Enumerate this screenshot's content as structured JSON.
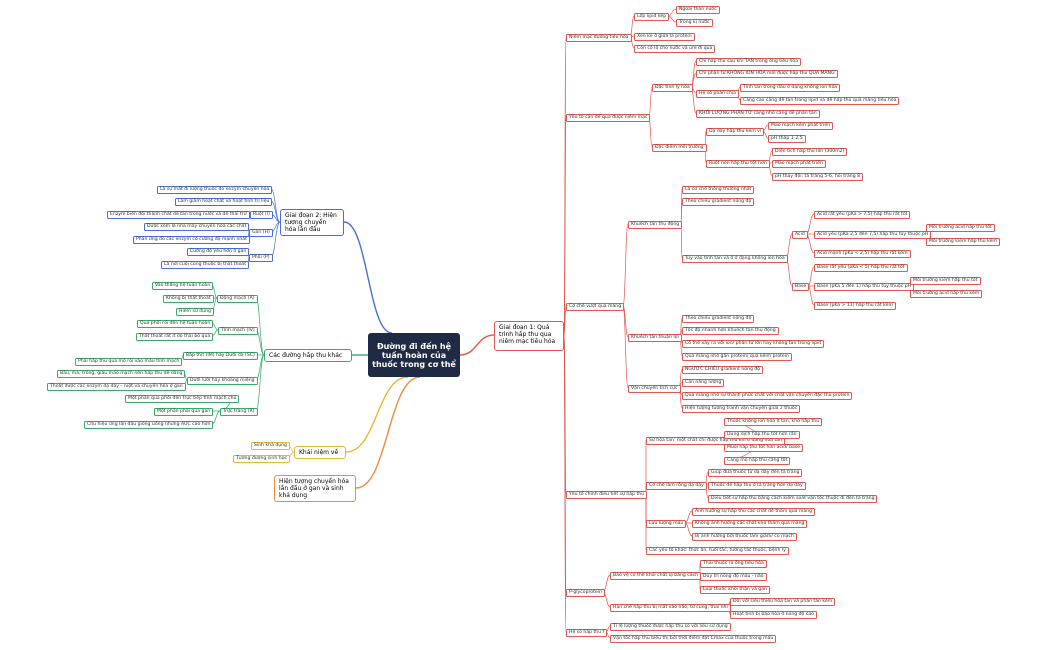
{
  "root": "Đường đi đến hệ tuần hoàn của thuốc trong cơ thể",
  "colors": {
    "right": "#e0584f",
    "blue": "#4a6fd0",
    "green": "#3aaa6a",
    "yellow": "#e6b82e",
    "orange": "#ee8c3a",
    "root": "#1f2a44"
  },
  "right_branch": {
    "label": "Giai đoạn 1: Quá trình hấp thu qua niêm mạc tiêu hóa",
    "g1": {
      "label": "Niêm mạc đường tiêu hóa",
      "items": [
        {
          "label": "Lớp lipid kép",
          "children": [
            "Ngoài thân nước",
            "Trong kị nước"
          ]
        },
        {
          "label": "Xen kẽ ở giữa là protein",
          "children": []
        },
        {
          "label": "Còn có lỗ cho nước và ure đi qua",
          "children": []
        }
      ]
    },
    "g2": {
      "label": "Yếu tố cần để qua được niêm mạc",
      "a_label": "Đặc tính lý hóa",
      "a_items": [
        "Chỉ hấp thu sau khi TAN trong ống tiêu hóa",
        "Chỉ phân tử KHÔNG ION HÓA mới được hấp thu QUA MÀNG"
      ],
      "a_sub_label": "Hệ số phân chia",
      "a_sub_items": [
        "Tính tan trong dầu ở dạng không ion hóa",
        "Càng cao càng dễ tan trong lipid và dễ hấp thu qua màng tiêu hóa"
      ],
      "a_last": "KHỐI LƯỢNG PHÂN TỬ càng nhỏ càng dễ phân tán",
      "b_label": "Đặc điểm môi trường",
      "b1_label": "Dạ dày hấp thu kém vì",
      "b1_items": [
        "Mao mạch kém phát triển",
        "pH thấp 1-2,5"
      ],
      "b2_label": "Ruột non hấp thu tốt hơn",
      "b2_items": [
        "Diện tích hấp thu lớn (300m2)",
        "Mao mạch phát triển",
        "pH thay đổi: tá tràng 5-6, hồi tràng 8"
      ]
    },
    "g3": {
      "label": "Cơ chế vượt qua màng",
      "a_label": "Khuếch tán thụ động",
      "a_items": [
        "Là cơ chế thông thường nhất",
        "Theo chiều gradient nồng độ"
      ],
      "a_sub_label": "Tùy vào tính tan và ở ở dạng không ion hóa",
      "acid_label": "Acid",
      "acid_items": [
        "Acid rất yếu (pKa > 7,5) hấp thu rất tốt",
        "Acid yếu (pKa 2,5 đến 7,5) hấp thu tùy thuộc pH",
        "Acid mạnh (pKa < 2,5) hấp thu rất kém"
      ],
      "acid_env": [
        "Môi trường acid hấp thu tốt",
        "Môi trường kiềm hấp thu kém"
      ],
      "base_label": "Base",
      "base_items": [
        "Base rất yếu (pKa < 5) hấp thu rất tốt",
        "Base (pKa 5 đến 1) hấp thu tùy thuộc pH",
        "Base (pKa > 11) hấp thu rất kém"
      ],
      "base_env": [
        "Môi trường kiềm hấp thu tốt",
        "Môi trường acid hấp thu kém"
      ],
      "b_label": "Khuếch tán thuận lợi",
      "b_items": [
        "Theo chiều gradient nồng độ",
        "Tốc độ nhanh hơn khuếch tán thụ động",
        "Có thể xảy ra với ion/ phân tử lớn hay không tan trong lipid",
        "Qua màng nhờ gắn protein/ qua kênh protein"
      ],
      "c_label": "Vận chuyển tích cực",
      "c_items": [
        "NGƯỢC CHIỀU gradient nồng độ",
        "Cần năng lượng",
        "Qua màng nhờ sự thành phức chất với chất vận chuyển đặc thù protein",
        "Hiện tượng tương tranh vận chuyển giữa 2 thuốc"
      ]
    },
    "g4": {
      "label": "Yếu tố chính điều tiết sự hấp thu",
      "a_label": "Sự hòa tan: một chất chỉ được hấp thu khi ở dạng hòa tan",
      "a_items": [
        "Thuốc không ion hóa ít tan, khó hấp thu",
        "Dung dịch hấp thu tốt hơn rắn",
        "Muối hấp thu tốt hơn acid/ base",
        "Càng mỏ hấp thu càng tốt"
      ],
      "b_label": "Cơ chế làm rỗng dạ dày",
      "b_items": [
        "Giúp đưa thuốc từ dạ dày đến tá tràng",
        "Thuốc dễ hấp thu ở tá tràng hơn dạ dày",
        "Điều tiết sự hấp thu bằng cách kiểm soát vận tốc thuốc đi đến tá tràng"
      ],
      "c_label": "Lưu lượng máu",
      "c_items": [
        "Ảnh hưởng sự hấp thu các chất dễ thấm qua màng",
        "Không ảnh hưởng các chất khó thấm qua màng",
        "Bị ảnh hưởng bởi thuốc làm giảm/ co mạch"
      ],
      "d": "Các yếu tố khác: thức ăn, tuổi tác, tương tác thuốc, bệnh lý"
    },
    "g5": {
      "label": "P-glycoprotein",
      "a_label": "Bảo vệ cơ thể khỏi chất lạ bằng cách",
      "a_items": [
        "Thải thuốc ra ống tiêu hóa",
        "Duy trì nồng độ máu - não",
        "Loại thuốc khỏi thận và gan"
      ],
      "b_label": "Hạn chế hấp thu bị mất vào não, tử cung, thai nhi",
      "b_items": [
        "Đối với siêu thiếu hòa tan và phân tán kém",
        "Hoạt tính bị bão hòa ở nồng độ cao"
      ]
    },
    "g6": {
      "label": "Hệ số hấp thu f",
      "items": [
        "Tỉ lệ lượng thuốc được hấp thu so với liều sử dụng",
        "Vận tốc hấp thu biểu thị bởi thời điểm đạt Cmax của thuốc trong máu"
      ]
    }
  },
  "blue_branch": {
    "label": "Giai đoạn 2: Hiện tượng chuyển hóa lần đầu",
    "top_items": [
      "Là sự mất đi lượng thuốc do enzym chuyển hóa",
      "Làm giảm hoạt chất và hoạt tính trị liệu"
    ],
    "ruot_label": "Ruột (I)",
    "ruot_item": "Enzym biến đổi thành chất dễ tan trong nước và dễ thải trừ",
    "gan_label": "Gan (H)",
    "gan_items": [
      "Được xem là nhà máy chuyển hóa các chất",
      "Phản ứng do các enzym có cường độ mạnh nhất"
    ],
    "phoi_label": "Phổi (P)",
    "phoi_items": [
      "Cường độ yếu hơn ở gan",
      "Là nơi cuối cùng thuốc bị thất thoát"
    ]
  },
  "green_branch": {
    "label": "Các đường hấp thu khác",
    "a_label": "Động mạch (A)",
    "a_items": [
      "Vào thẳng hệ tuần hoàn",
      "Không bị thất thoát",
      "Hiếm sử dụng"
    ],
    "b_label": "Tĩnh mạch (IV)",
    "b_items": [
      "Qua phổi rồi đến hệ tuần hoàn",
      "Thất thoát rất ít do thải bỏ qua"
    ],
    "c_label": "Bắp thịt (IM) hay Dưới da (SC)",
    "c_item": "Phải hấp thu qua mô rồi vào máu tĩnh mạch",
    "d_label": "Dưới lưỡi hay khoang miệng",
    "d_items": [
      "Bầu, má, trống, giàu mao mạch nên hấp thu dễ dàng",
      "Thoát được các enzym dạ dày - ruột và chuyển hóa ở gan"
    ],
    "e_label": "Trực tràng (R)",
    "e_items": [
      "Một phần qua phổi đến trực tiếp tĩnh mạch chủ",
      "Một phần phải qua gan",
      "Chu hiệu ứng lần đầu giống uống nhưng AUC cao hơn"
    ]
  },
  "yellow_branch": {
    "label": "Khái niệm về",
    "items": [
      "Sinh khả dụng",
      "Tương đương sinh học"
    ]
  },
  "orange_branch": {
    "label": "Hiện tượng chuyển hóa lần đầu ở gan và sinh khả dụng"
  }
}
